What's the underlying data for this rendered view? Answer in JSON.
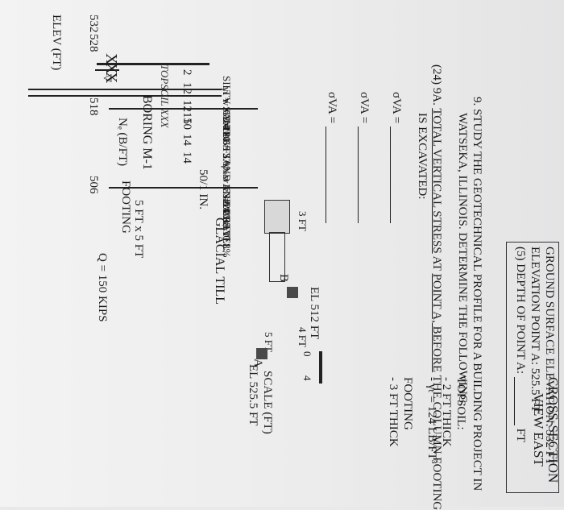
{
  "header": {
    "title_line1": "CROSS-SECTION",
    "title_line2": "VIEW EAST"
  },
  "axis": {
    "label": "ELEV (FT)",
    "ticks": [
      "532",
      "528",
      "518",
      "506"
    ]
  },
  "boring": {
    "name": "BORING M-1",
    "nc_label": "Nₑ (B/FT)",
    "topsoil_hand": "TOPSOIL XXX",
    "blow_counts": [
      "2",
      "12",
      "12",
      "15",
      "10",
      "14",
      "14",
      "50/1 IN."
    ]
  },
  "layers": {
    "topsoil": {
      "title": "TOPSOIL:",
      "thick": "- 2 FT THICK",
      "unit_wt": "- γₜ = 124 LB/FT³"
    },
    "footing_note": {
      "title": "FOOTING",
      "thick": "- 3 FT THICK"
    },
    "silty_sand": {
      "title": "SILTY SAND",
      "gamma": "γₜ = 112.4 LB/FT³",
      "w": "w = 9.4 %",
      "gs": "Gₛ = 2.65",
      "fines": "#200 = 2.0%"
    },
    "sand_gravel": {
      "title": "SAND AND GRAVEL",
      "gamma": "γₜ = 133.6 LB/FT³",
      "w": "w = 12.8 %",
      "gs": "Gₛ = 2.65",
      "fines": "#200 = 10.8%"
    },
    "glacial_till": {
      "title": "GLACIAL TILL"
    }
  },
  "footing": {
    "label": "FOOTING",
    "size": "5 FT x 5 FT",
    "load": "Q = 150 KIPS",
    "dim_3ft": "3 FT",
    "dim_4ft": "4 FT",
    "dim_5ft": "5 FT"
  },
  "points": {
    "a_label": "A",
    "a_elev": "EL 525.5 FT",
    "b_label": "B",
    "b_elev": "EL 512 FT"
  },
  "scale": {
    "zero": "0",
    "four": "4",
    "label": "SCALE (FT)"
  },
  "info_box": {
    "line1": "GROUND SURFACE ELEVATION: 532 FT",
    "line2": "ELEVATION POINT A: 525.5 FT",
    "line3": "(5)  DEPTH OF POINT A:",
    "line3_unit": "FT"
  },
  "question": {
    "q9_line1": "9.  STUDY THE GEOTECHNICAL PROFILE FOR A BUILDING PROJECT IN",
    "q9_line2": "WATSEKA, ILLINOIS.  DETERMINE THE FOLLOWING:",
    "q24_prefix": "(24)  9A.",
    "q24_u1": "TOTAL VERTICAL STRESS",
    "q24_mid": "AT",
    "q24_u2": "POINT A, BEFORE",
    "q24_rest": "THE COLUMN FOOTING",
    "q24_line2": "IS EXCAVATED:",
    "sigma1": "σVA =",
    "sigma2": "σVA =",
    "sigma3": "σVA ="
  }
}
